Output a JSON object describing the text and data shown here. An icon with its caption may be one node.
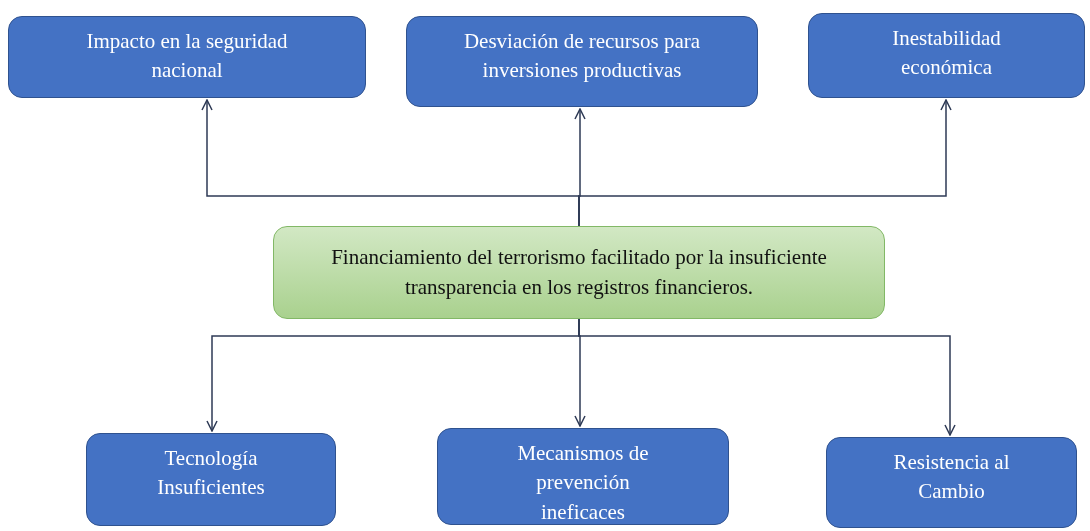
{
  "diagram": {
    "nodes": [
      {
        "text": [
          "Impacto en la seguridad nacional"
        ]
      },
      {
        "text": [
          "Desviación de recursos para inversiones productivas"
        ]
      },
      {
        "text": [
          "Inestabilidad económica"
        ]
      },
      {
        "text": [
          "Financiamiento del terrorismo facilitado por la insuficiente transparencia en los registros financieros."
        ]
      },
      {
        "text": [
          "Tecnología Insuficientes"
        ]
      },
      {
        "text": [
          "Mecanismos de prevención ineficaces"
        ]
      },
      {
        "text": [
          "Resistencia al Cambio"
        ]
      }
    ],
    "edges": [
      {
        "from": 3,
        "to": 0,
        "arrow": "to"
      },
      {
        "from": 3,
        "to": 1,
        "arrow": "to"
      },
      {
        "from": 3,
        "to": 2,
        "arrow": "to"
      },
      {
        "from": 3,
        "to": 4,
        "arrow": "to"
      },
      {
        "from": 3,
        "to": 5,
        "arrow": "to"
      },
      {
        "from": 3,
        "to": 6,
        "arrow": "to"
      }
    ]
  }
}
